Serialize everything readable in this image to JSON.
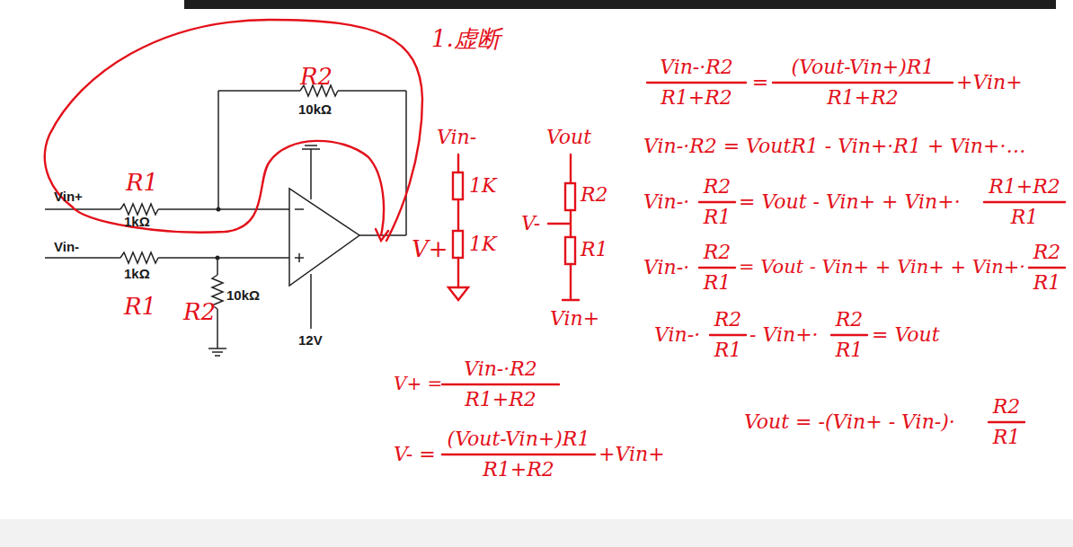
{
  "diagram": {
    "labels": [
      "R2",
      "10kΩ",
      "Vin+",
      "R1",
      "1kΩ",
      "Vin-",
      "1kΩ",
      "R1",
      "R2",
      "10kΩ",
      "12V",
      "1.虚断",
      "V+",
      "Vin-",
      "1K",
      "1K",
      "Vout",
      "V-",
      "R2",
      "R1",
      "Vin+",
      "V+ =",
      "Vin-·R2",
      "R1+R2",
      "V- =",
      "(Vout-Vin+)R1",
      "R1+R2",
      "+Vin+",
      "Vin-·R2",
      "R1+R2",
      "=",
      "(Vout-Vin+)R1",
      "R1+R2",
      "+Vin+",
      "Vin-·R2 = VoutR1 - Vin+·R1 + Vin+·…",
      "Vin-·",
      "R2",
      "R1",
      "= Vout - Vin+ + Vin+·",
      "R1+R2",
      "R1",
      "Vin-·",
      "R2",
      "R1",
      "= Vout - Vin+ + Vin+ + Vin+·",
      "R2",
      "R1",
      "Vin-·",
      "R2",
      "R1",
      "- Vin+·",
      "R2",
      "R1",
      "= Vout",
      "Vout = -(Vin+ - Vin-)·",
      "R2",
      "R1"
    ]
  }
}
